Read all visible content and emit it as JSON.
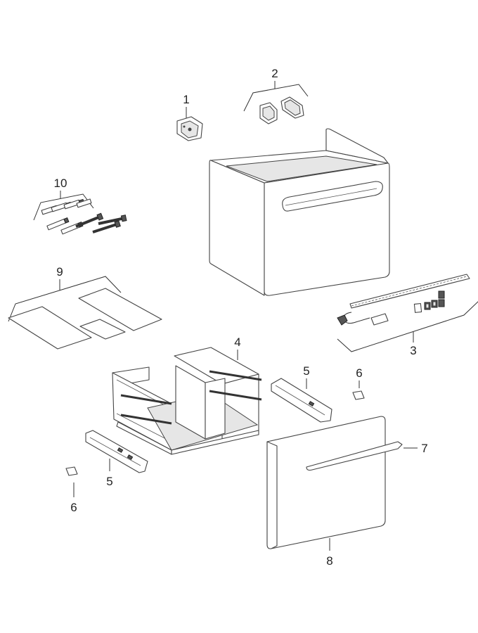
{
  "colors": {
    "line": "#333333",
    "fill": "#ffffff",
    "shade": "#e6e6e6",
    "dark": "#555555"
  },
  "callouts": [
    {
      "id": "1",
      "label": "1"
    },
    {
      "id": "2",
      "label": "2"
    },
    {
      "id": "3",
      "label": "3"
    },
    {
      "id": "4",
      "label": "4"
    },
    {
      "id": "5a",
      "label": "5"
    },
    {
      "id": "5b",
      "label": "5"
    },
    {
      "id": "6a",
      "label": "6"
    },
    {
      "id": "6b",
      "label": "6"
    },
    {
      "id": "7",
      "label": "7"
    },
    {
      "id": "8",
      "label": "8"
    },
    {
      "id": "9",
      "label": "9"
    },
    {
      "id": "10",
      "label": "10"
    }
  ]
}
